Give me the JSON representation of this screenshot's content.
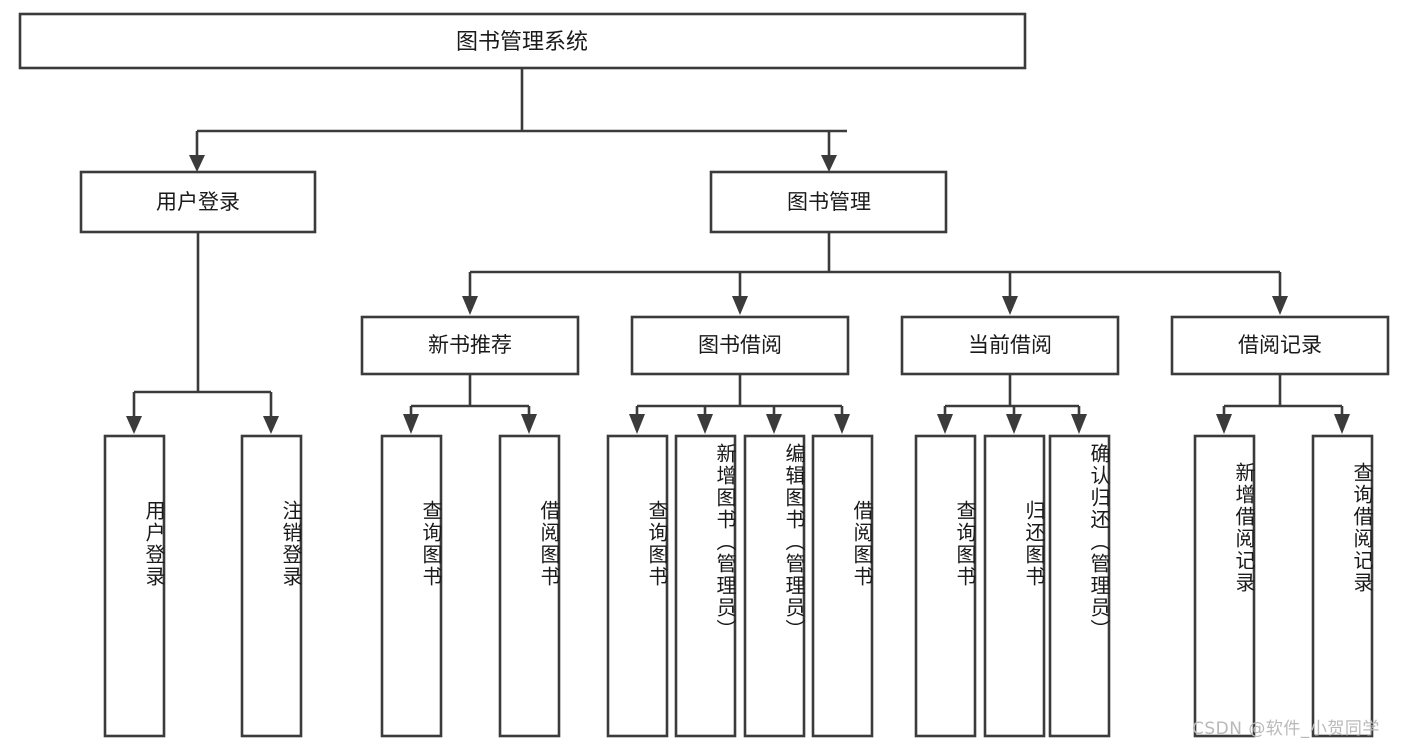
{
  "diagram": {
    "type": "hierarchy-tree",
    "title": "图书管理系统",
    "watermark": "CSDN @软件_小贺同学",
    "colors": {
      "box_stroke": "#3b3b3b",
      "box_fill": "#ffffff",
      "text": "#1a1a1a",
      "background": "#ffffff",
      "watermark": "#b9b9b9"
    },
    "root": {
      "label": "图书管理系统"
    },
    "level2": [
      {
        "label": "用户登录"
      },
      {
        "label": "图书管理"
      }
    ],
    "level3": [
      {
        "label": "新书推荐"
      },
      {
        "label": "图书借阅"
      },
      {
        "label": "当前借阅"
      },
      {
        "label": "借阅记录"
      }
    ],
    "leaves": {
      "user_login": [
        {
          "label": "用户登录"
        },
        {
          "label": "注销登录"
        }
      ],
      "new_book": [
        {
          "label": "查询图书"
        },
        {
          "label": "借阅图书"
        }
      ],
      "book_borrow": [
        {
          "label": "查询图书"
        },
        {
          "label": "新增图书（管理员）"
        },
        {
          "label": "编辑图书（管理员）"
        },
        {
          "label": "借阅图书"
        }
      ],
      "current_borrow": [
        {
          "label": "查询图书"
        },
        {
          "label": "归还图书"
        },
        {
          "label": "确认归还（管理员）"
        }
      ],
      "borrow_record": [
        {
          "label": "新增借阅记录"
        },
        {
          "label": "查询借阅记录"
        }
      ]
    }
  }
}
